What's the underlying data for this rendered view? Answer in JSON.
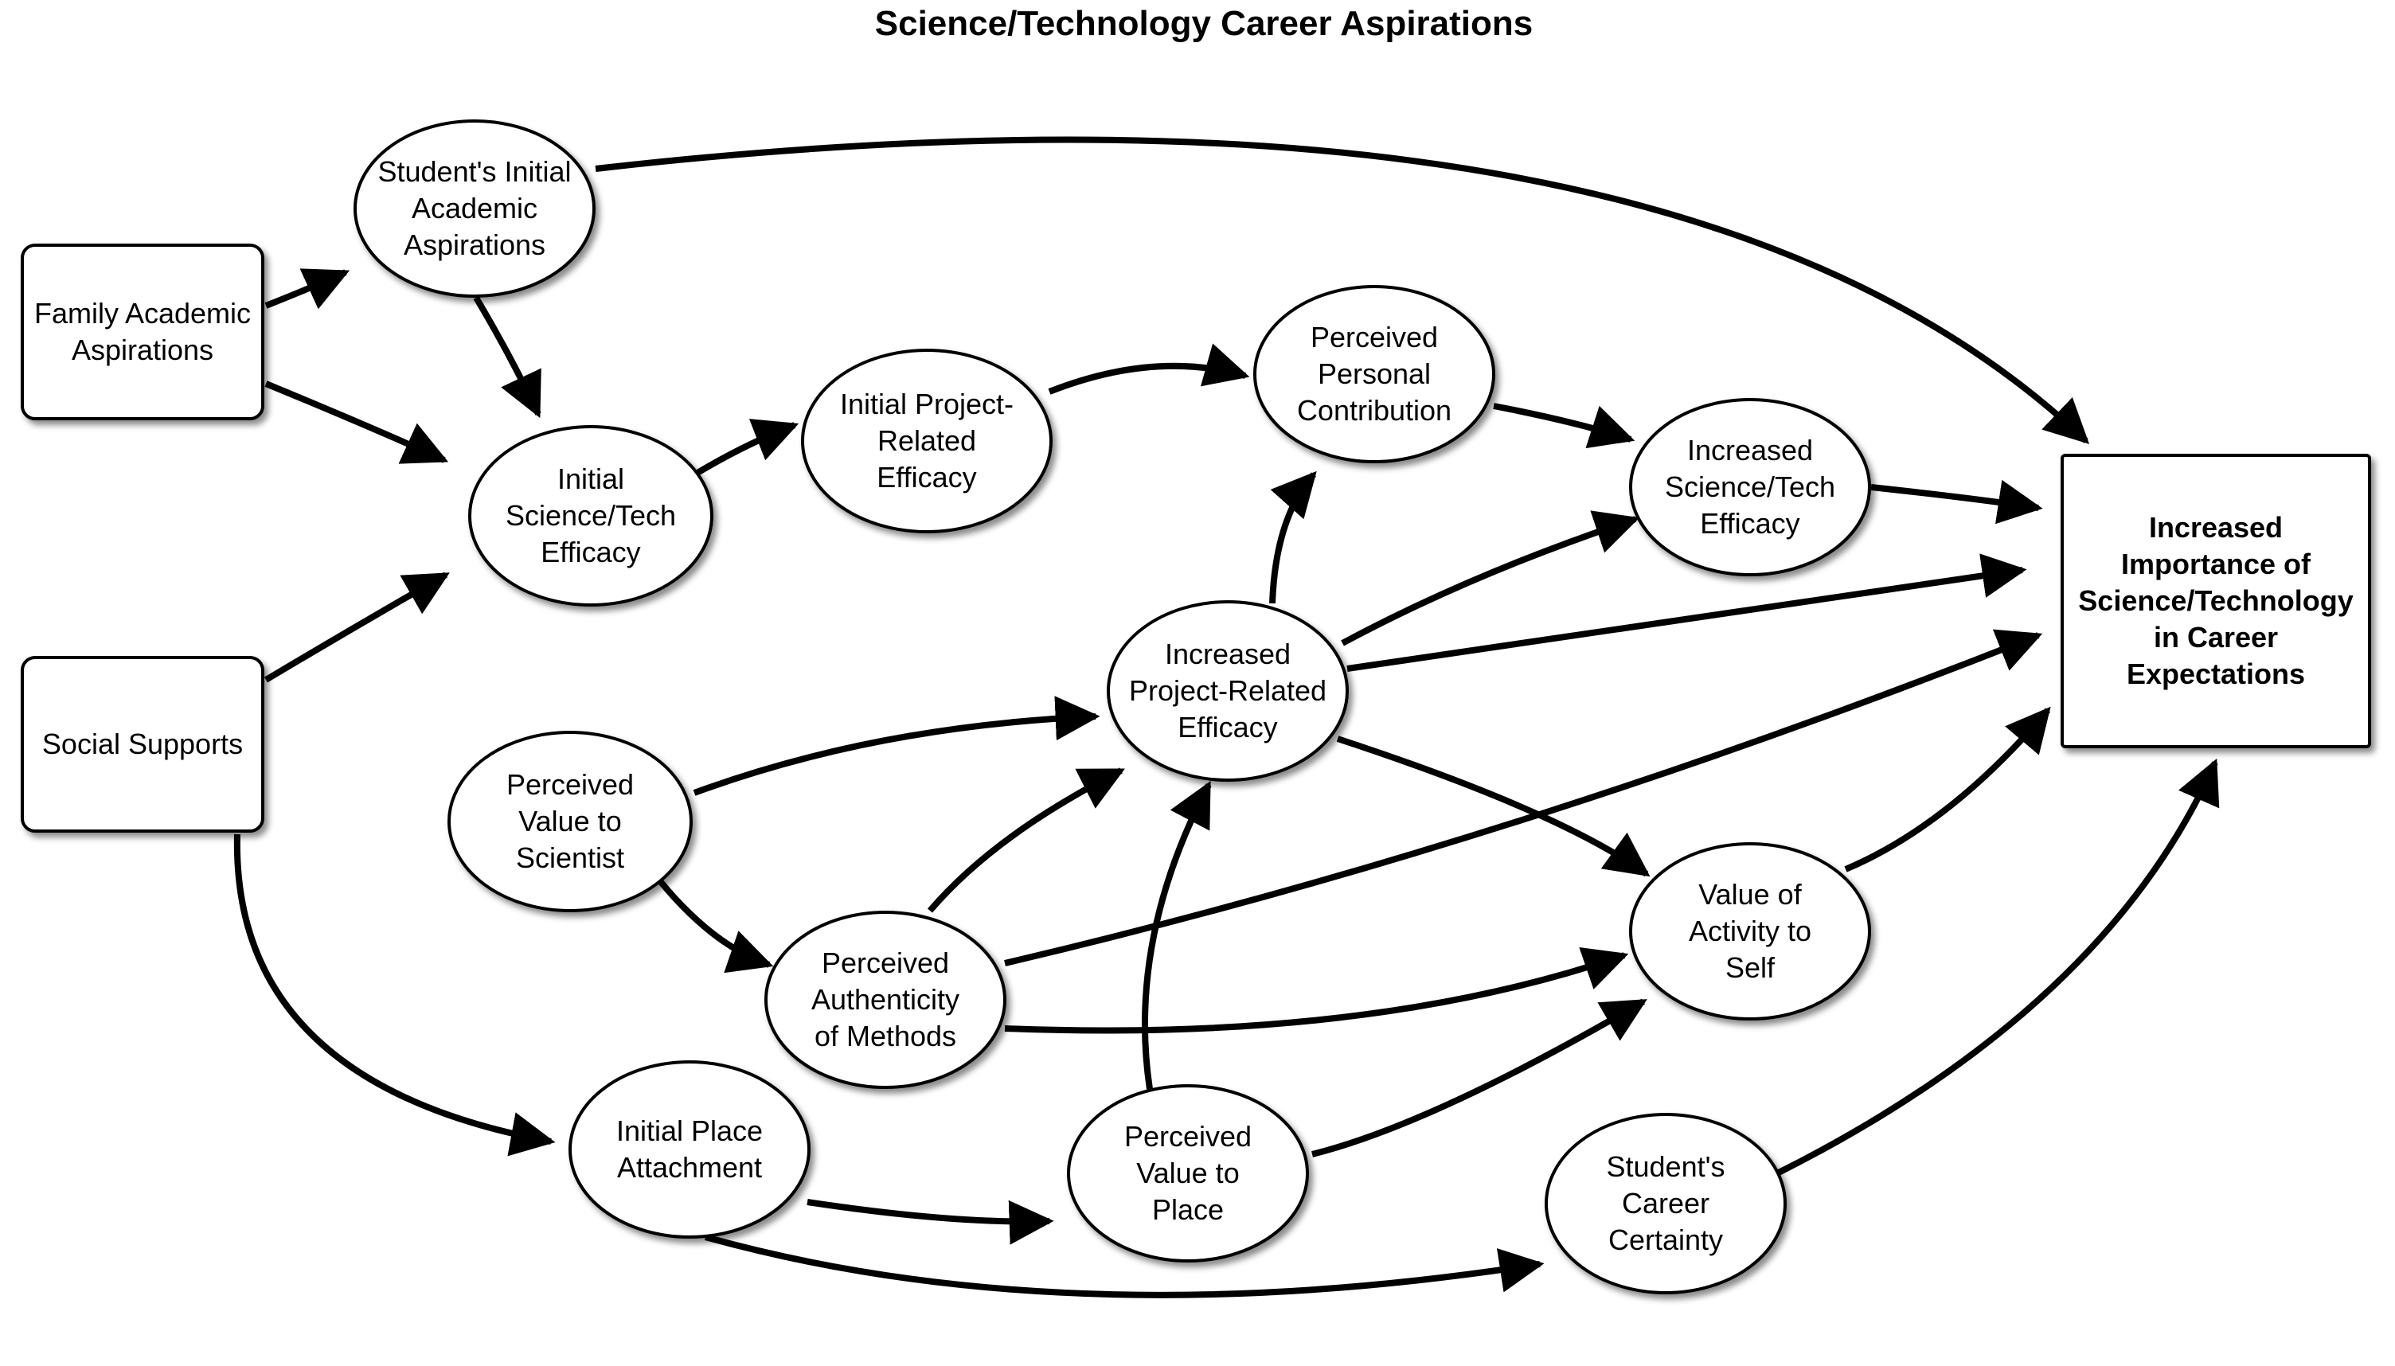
{
  "title": "Science/Technology Career Aspirations",
  "nodes": {
    "family": {
      "lines": [
        "Family Academic",
        "Aspirations"
      ]
    },
    "social": {
      "lines": [
        "Social Supports"
      ]
    },
    "initial_academic": {
      "lines": [
        "Student's Initial",
        "Academic",
        "Aspirations"
      ]
    },
    "initial_sci_eff": {
      "lines": [
        "Initial",
        "Science/Tech",
        "Efficacy"
      ]
    },
    "initial_proj_eff": {
      "lines": [
        "Initial Project-",
        "Related",
        "Efficacy"
      ]
    },
    "personal_contrib": {
      "lines": [
        "Perceived",
        "Personal",
        "Contribution"
      ]
    },
    "increased_sci_eff": {
      "lines": [
        "Increased",
        "Science/Tech",
        "Efficacy"
      ]
    },
    "increased_proj_eff": {
      "lines": [
        "Increased",
        "Project-Related",
        "Efficacy"
      ]
    },
    "value_scientist": {
      "lines": [
        "Perceived",
        "Value to",
        "Scientist"
      ]
    },
    "authenticity": {
      "lines": [
        "Perceived",
        "Authenticity",
        "of Methods"
      ]
    },
    "value_self": {
      "lines": [
        "Value of",
        "Activity to",
        "Self"
      ]
    },
    "place_attach": {
      "lines": [
        "Initial Place",
        "Attachment"
      ]
    },
    "value_place": {
      "lines": [
        "Perceived",
        "Value to",
        "Place"
      ]
    },
    "career_certainty": {
      "lines": [
        "Student's",
        "Career",
        "Certainty"
      ]
    },
    "outcome": {
      "lines": [
        "Increased",
        "Importance of",
        "Science/Technology",
        "in Career",
        "Expectations"
      ]
    }
  },
  "edges": [
    {
      "from": "family",
      "to": "initial_academic"
    },
    {
      "from": "family",
      "to": "initial_sci_eff"
    },
    {
      "from": "initial_academic",
      "to": "initial_sci_eff"
    },
    {
      "from": "initial_academic",
      "to": "outcome"
    },
    {
      "from": "social",
      "to": "initial_sci_eff"
    },
    {
      "from": "social",
      "to": "place_attach"
    },
    {
      "from": "initial_sci_eff",
      "to": "initial_proj_eff"
    },
    {
      "from": "initial_proj_eff",
      "to": "personal_contrib"
    },
    {
      "from": "personal_contrib",
      "to": "increased_sci_eff"
    },
    {
      "from": "increased_sci_eff",
      "to": "outcome"
    },
    {
      "from": "increased_proj_eff",
      "to": "personal_contrib"
    },
    {
      "from": "increased_proj_eff",
      "to": "increased_sci_eff"
    },
    {
      "from": "increased_proj_eff",
      "to": "outcome"
    },
    {
      "from": "increased_proj_eff",
      "to": "value_self"
    },
    {
      "from": "value_scientist",
      "to": "increased_proj_eff"
    },
    {
      "from": "value_scientist",
      "to": "authenticity"
    },
    {
      "from": "authenticity",
      "to": "increased_proj_eff"
    },
    {
      "from": "authenticity",
      "to": "outcome"
    },
    {
      "from": "authenticity",
      "to": "value_self"
    },
    {
      "from": "value_self",
      "to": "outcome"
    },
    {
      "from": "place_attach",
      "to": "value_place"
    },
    {
      "from": "place_attach",
      "to": "career_certainty"
    },
    {
      "from": "value_place",
      "to": "increased_proj_eff"
    },
    {
      "from": "value_place",
      "to": "value_self"
    },
    {
      "from": "career_certainty",
      "to": "outcome"
    }
  ]
}
